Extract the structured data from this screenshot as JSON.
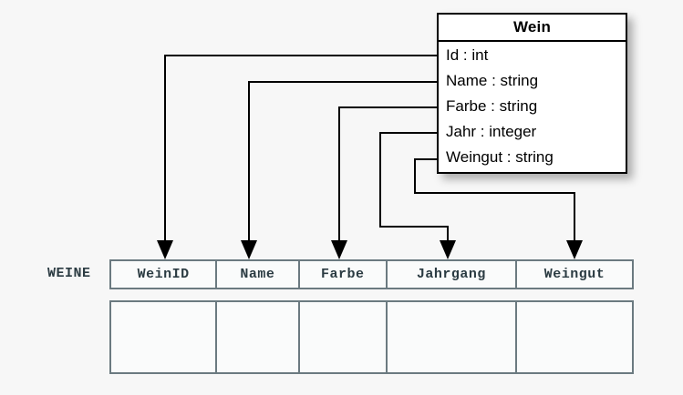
{
  "diagram": {
    "background_color": "#f7f7f7",
    "connector_color": "#000000"
  },
  "class_box": {
    "title": "Wein",
    "attributes": [
      {
        "label": "Id : int"
      },
      {
        "label": "Name : string"
      },
      {
        "label": "Farbe : string"
      },
      {
        "label": "Jahr : integer"
      },
      {
        "label": "Weingut : string"
      }
    ]
  },
  "relational_table": {
    "name": "WEINE",
    "border_color": "#6b7a80",
    "text_color": "#2b3b42",
    "columns": [
      {
        "header": "WeinID"
      },
      {
        "header": "Name"
      },
      {
        "header": "Farbe"
      },
      {
        "header": "Jahrgang"
      },
      {
        "header": "Weingut"
      }
    ],
    "rows": [
      {
        "cells": [
          "",
          "",
          "",
          "",
          ""
        ]
      }
    ]
  },
  "mappings": [
    {
      "from": "Id : int",
      "to": "WeinID"
    },
    {
      "from": "Name : string",
      "to": "Name"
    },
    {
      "from": "Farbe : string",
      "to": "Farbe"
    },
    {
      "from": "Jahr : integer",
      "to": "Jahrgang"
    },
    {
      "from": "Weingut : string",
      "to": "Weingut"
    }
  ]
}
